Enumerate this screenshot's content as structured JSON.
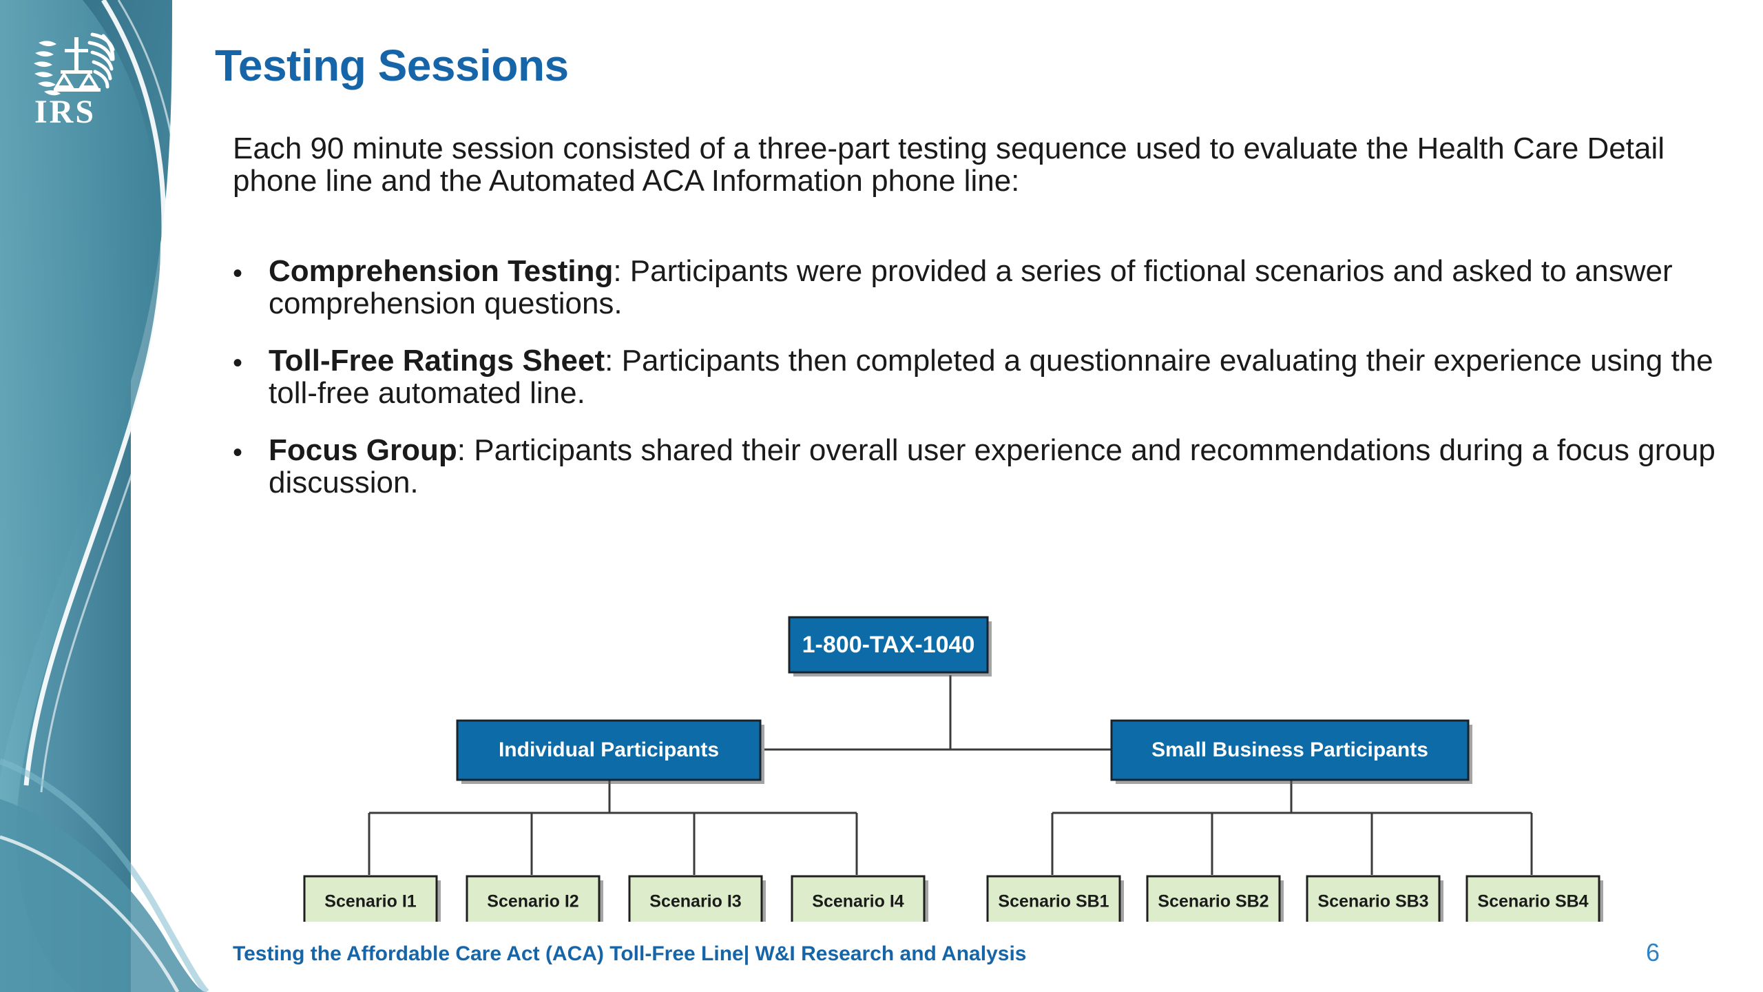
{
  "slide": {
    "title": "Testing Sessions",
    "intro": "Each 90 minute session consisted of a three-part testing sequence used to evaluate the Health Care Detail phone line and the Automated ACA Information phone line:",
    "bullet_marker": "•",
    "bullets": [
      {
        "lead": "Comprehension Testing",
        "rest": ": Participants were provided a series of fictional scenarios and asked to answer comprehension questions."
      },
      {
        "lead": "Toll-Free Ratings Sheet",
        "rest": ": Participants then completed a  questionnaire evaluating their experience using the toll-free automated line."
      },
      {
        "lead": "Focus Group",
        "rest": ": Participants shared their overall user experience and recommendations during a focus group discussion."
      }
    ],
    "footer": "Testing the Affordable Care Act (ACA) Toll-Free Line| W&I Research and Analysis",
    "page_number": "6",
    "logo_text": "IRS"
  },
  "colors": {
    "title_blue": "#1565a8",
    "node_blue": "#0d6ca8",
    "node_green": "#ddeccb",
    "band_teal": "#4d8ca3",
    "band_teal_dark": "#3d7a8f",
    "body_text": "#1a1a1a",
    "footer_blue": "#1565a8",
    "page_number_blue": "#2f83c4"
  },
  "org_chart": {
    "type": "tree",
    "root": "1-800-TAX-1040",
    "branches": [
      {
        "label": "Individual Participants",
        "children": [
          "Scenario I1",
          "Scenario I2",
          "Scenario I3",
          "Scenario I4"
        ]
      },
      {
        "label": "Small Business Participants",
        "children": [
          "Scenario SB1",
          "Scenario SB2",
          "Scenario SB3",
          "Scenario SB4"
        ]
      }
    ]
  }
}
